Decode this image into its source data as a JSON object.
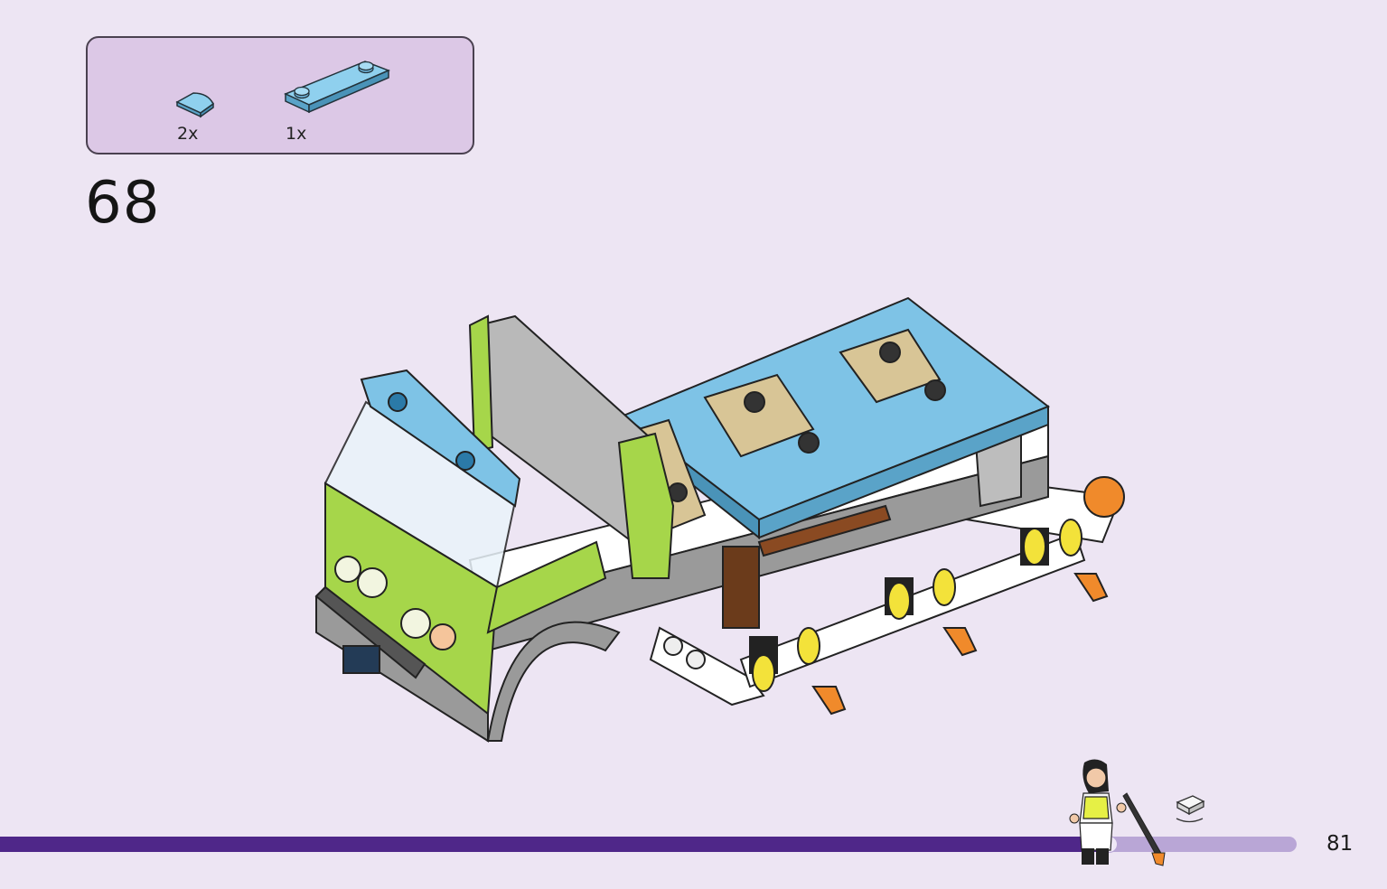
{
  "parts_box": {
    "parts": [
      {
        "name": "light-blue-quarter-round-tile",
        "qty": "2x",
        "color": "#7ec3e6"
      },
      {
        "name": "light-blue-2x6-plate-with-studs",
        "qty": "1x",
        "color": "#7ec3e6"
      }
    ]
  },
  "step": {
    "number": "68"
  },
  "progress": {
    "fraction": 0.855
  },
  "page": {
    "number": "81"
  },
  "colors": {
    "background": "#ede5f3",
    "parts_box": "#dcc8e6",
    "progress_fill": "#4f2789",
    "progress_track": "#b9a6d6",
    "lime": "#a6d64a",
    "light_blue": "#7ec3e6",
    "tan": "#d8c596",
    "orange": "#f08a2b"
  },
  "icons": {
    "model": "garbage-truck-model-illustration",
    "minifig": "minifigure-with-grabber-icon",
    "brick": "small-white-brick-icon"
  }
}
